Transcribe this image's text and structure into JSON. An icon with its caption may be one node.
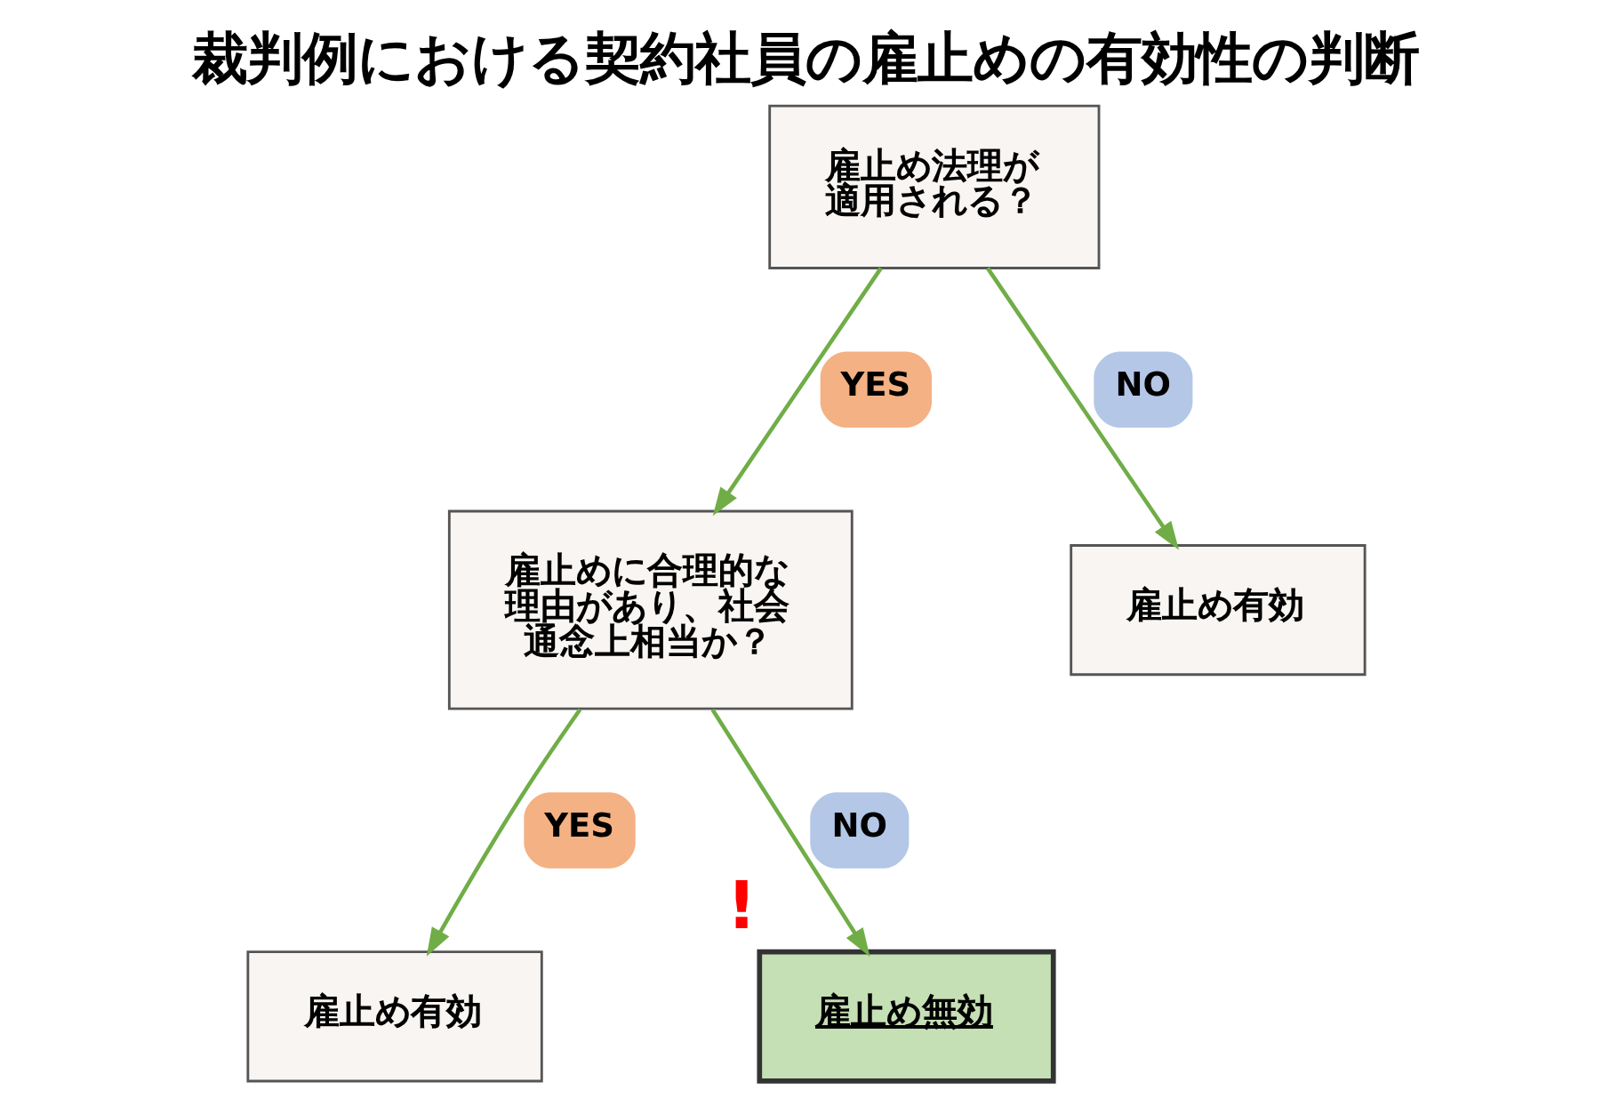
{
  "diagram": {
    "title": "裁判例における契約社員の雇止めの有効性の判断",
    "nodes": [
      {
        "text": [
          "雇止め法理が適用される？"
        ]
      },
      {
        "text": [
          "雇止めに合理的な理由があり、社会通念上相当か？"
        ]
      },
      {
        "text": [
          "雇止め有効"
        ]
      },
      {
        "text": [
          "雇止め有効"
        ]
      },
      {
        "text": [
          "雇止め無効"
        ],
        "beside": [
          "!"
        ]
      }
    ],
    "edges": [
      {
        "from": 0,
        "to": 1,
        "arrow": "to",
        "label": "YES"
      },
      {
        "from": 0,
        "to": 2,
        "arrow": "to",
        "label": "NO"
      },
      {
        "from": 1,
        "to": 3,
        "arrow": "to",
        "label": "YES"
      },
      {
        "from": 1,
        "to": 4,
        "arrow": "to",
        "label": "NO"
      }
    ]
  }
}
